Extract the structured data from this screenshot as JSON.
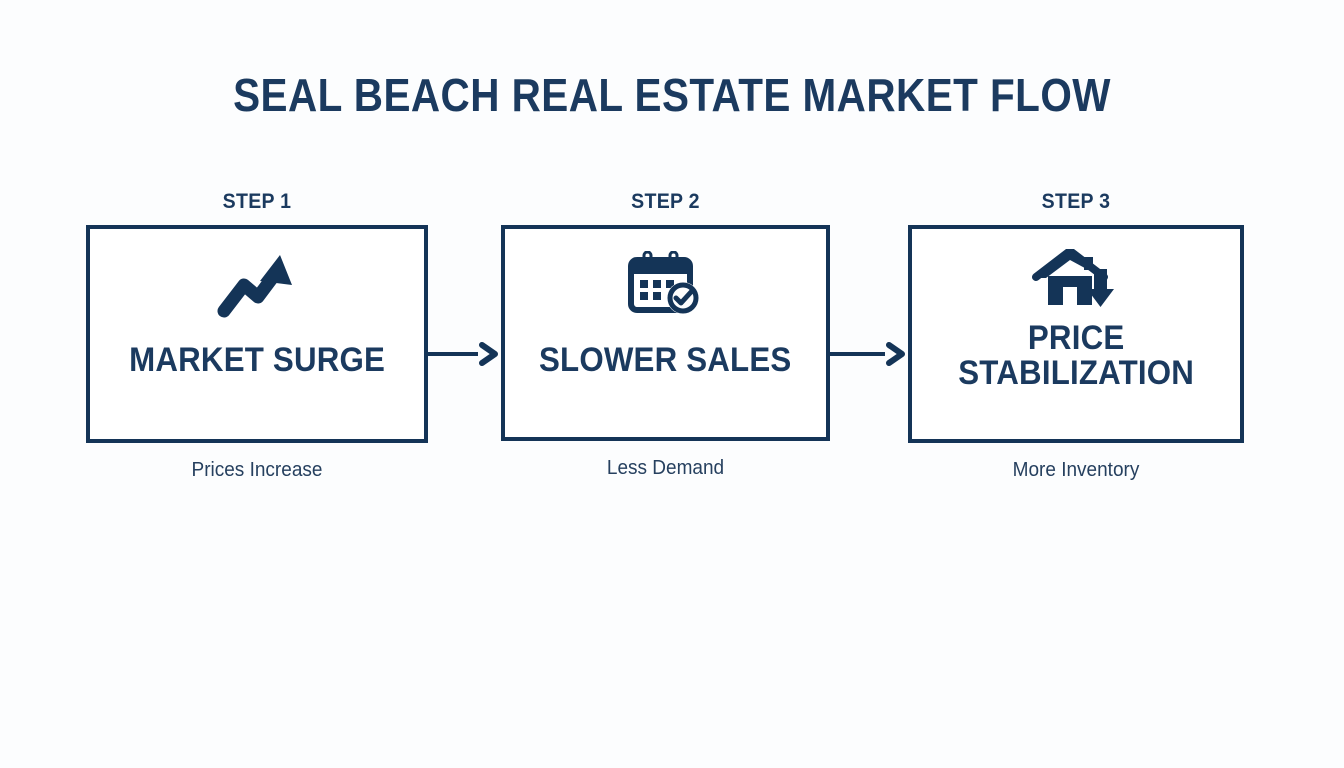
{
  "page": {
    "title": "SEAL BEACH REAL ESTATE MARKET FLOW",
    "background_color": "#fcfdfe",
    "accent_color": "#1b3a5f",
    "border_color": "#143457"
  },
  "flow": {
    "steps": [
      {
        "label": "STEP 1",
        "icon": "trending-up-arrow-icon",
        "title": "MARKET SURGE",
        "title_line1": "MARKET SURGE",
        "title_line2": "",
        "caption": "Prices Increase"
      },
      {
        "label": "STEP 2",
        "icon": "calendar-check-icon",
        "title": "SLOWER SALES",
        "title_line1": "SLOWER SALES",
        "title_line2": "",
        "caption": "Less Demand"
      },
      {
        "label": "STEP 3",
        "icon": "house-down-arrow-icon",
        "title": "PRICE STABILIZATION",
        "title_line1": "PRICE",
        "title_line2": "STABILIZATION",
        "caption": "More Inventory"
      }
    ],
    "connectors": [
      {
        "name": "arrow-step1-to-step2",
        "icon": "arrow-right-icon"
      },
      {
        "name": "arrow-step2-to-step3",
        "icon": "arrow-right-icon"
      }
    ]
  }
}
